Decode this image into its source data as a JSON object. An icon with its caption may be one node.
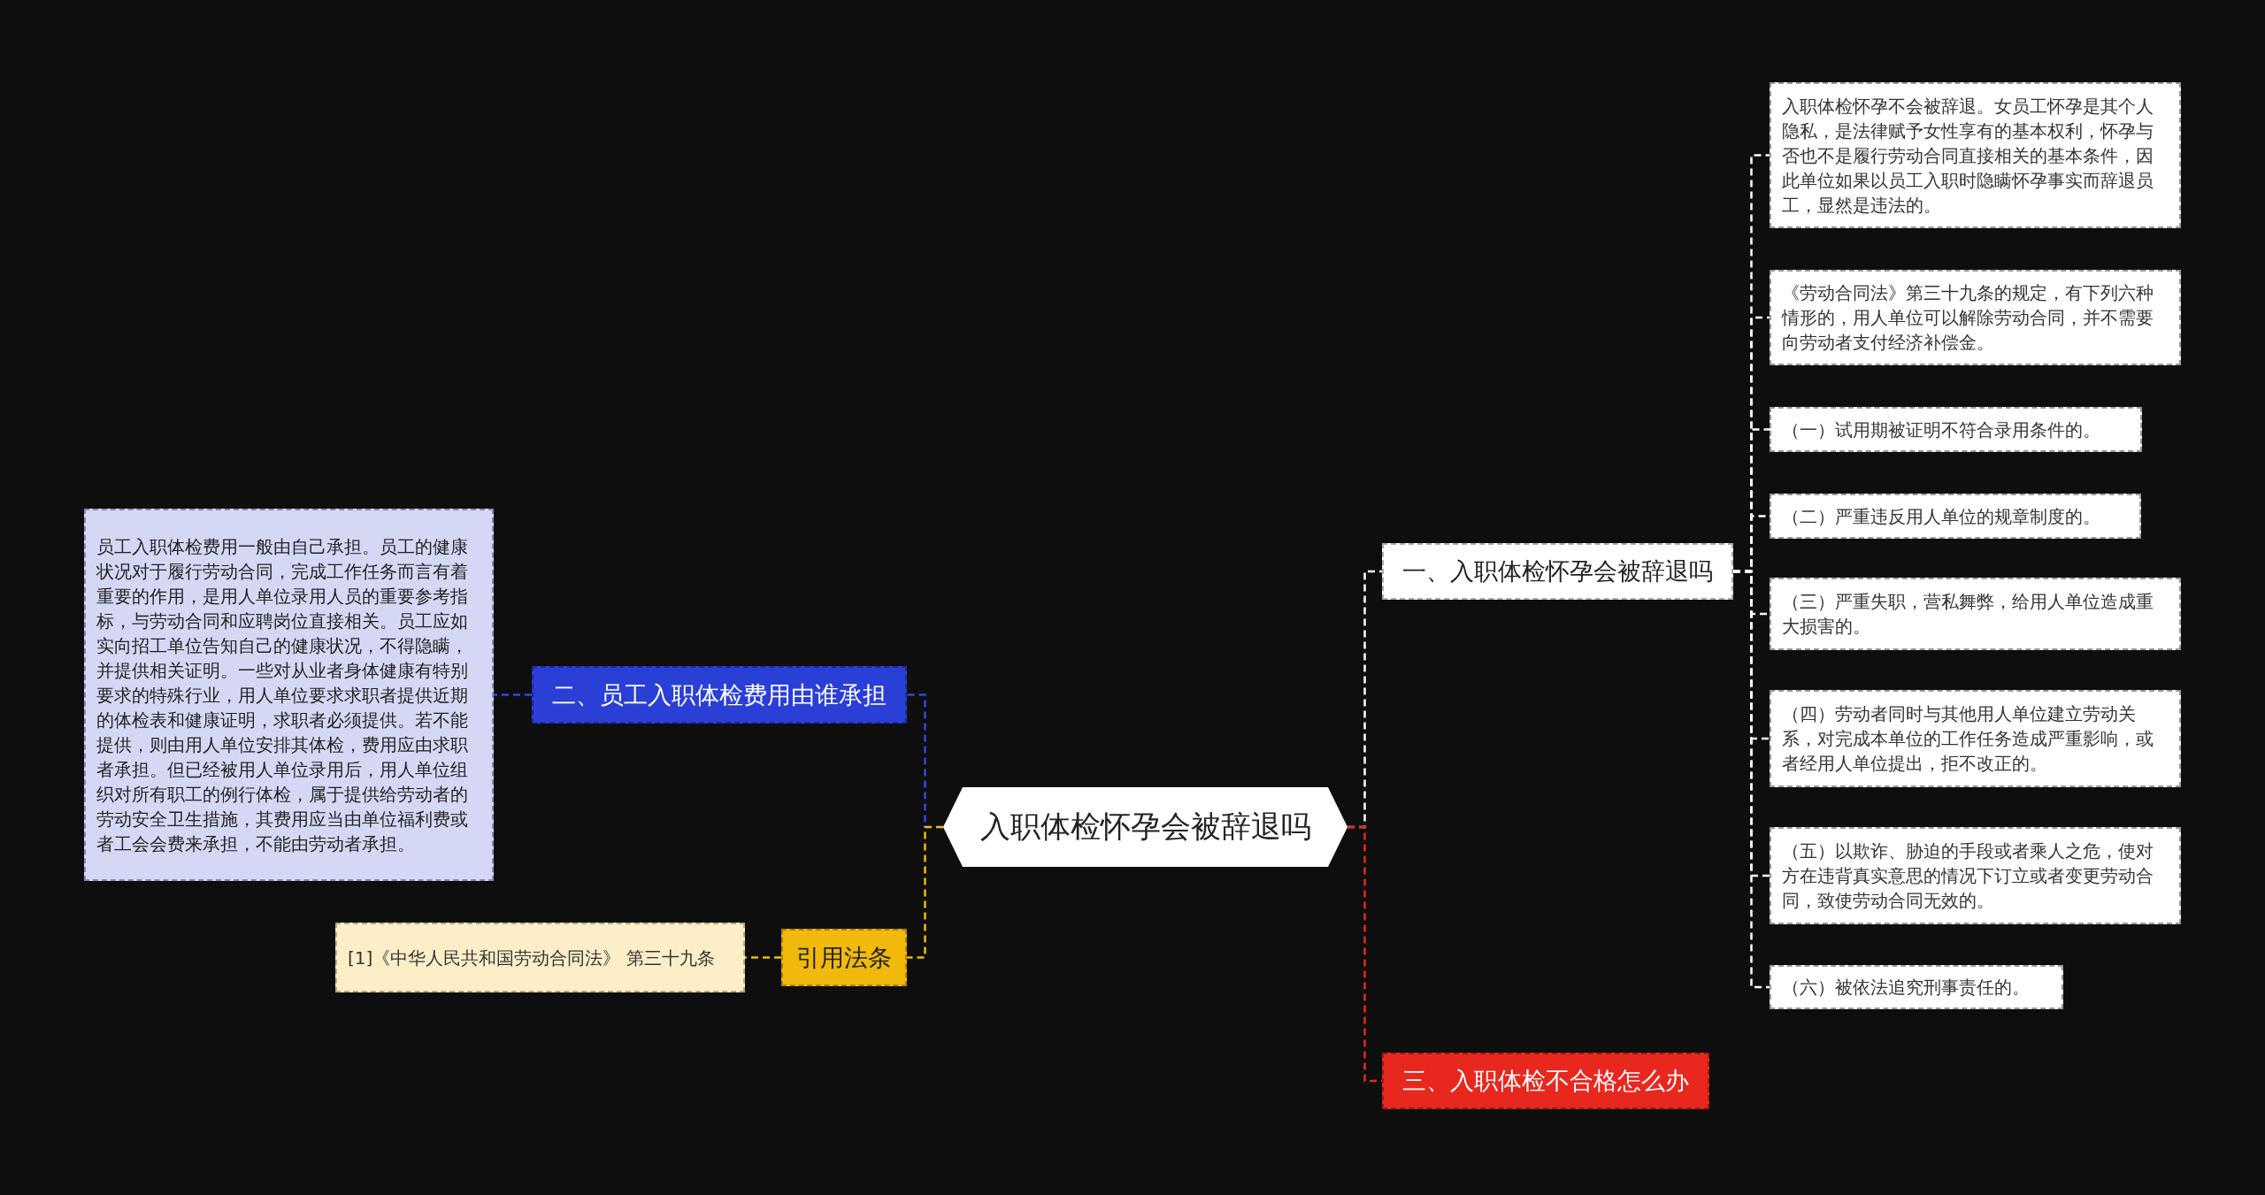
{
  "diagram": {
    "nodes": [
      {
        "text": [
          "入职体检怀孕会被辞退吗"
        ]
      },
      {
        "text": [
          "二、员工入职体检费用由谁承担"
        ]
      },
      {
        "text": [
          "员工入职体检费用一般由自己承担。员工的健康状况对于履行劳动合同，完成工作任务而言有着重要的作用，是用人单位录用人员的重要参考指标，与劳动合同和应聘岗位直接相关。员工应如实向招工单位告知自己的健康状况，不得隐瞒，并提供相关证明。一些对从业者身体健康有特别要求的特殊行业，用人单位要求求职者提供近期的体检表和健康证明，求职者必须提供。若不能提供，则由用人单位安排其体检，费用应由求职者承担。但已经被用人单位录用后，用人单位组织对所有职工的例行体检，属于提供给劳动者的劳动安全卫生措施，其费用应当由单位福利费或者工会会费来承担，不能由劳动者承担。"
        ]
      },
      {
        "text": [
          "引用法条"
        ]
      },
      {
        "text": [
          "[1]《中华人民共和国劳动合同法》 第三十九条"
        ]
      },
      {
        "text": [
          "一、入职体检怀孕会被辞退吗"
        ]
      },
      {
        "text": [
          "入职体检怀孕不会被辞退。女员工怀孕是其个人隐私，是法律赋予女性享有的基本权利，怀孕与否也不是履行劳动合同直接相关的基本条件，因此单位如果以员工入职时隐瞒怀孕事实而辞退员工，显然是违法的。"
        ]
      },
      {
        "text": [
          "《劳动合同法》第三十九条的规定，有下列六种情形的，用人单位可以解除劳动合同，并不需要向劳动者支付经济补偿金。"
        ]
      },
      {
        "text": [
          "（一）试用期被证明不符合录用条件的。"
        ]
      },
      {
        "text": [
          "（二）严重违反用人单位的规章制度的。"
        ]
      },
      {
        "text": [
          "（三）严重失职，营私舞弊，给用人单位造成重大损害的。"
        ]
      },
      {
        "text": [
          "（四）劳动者同时与其他用人单位建立劳动关系，对完成本单位的工作任务造成严重影响，或者经用人单位提出，拒不改正的。"
        ]
      },
      {
        "text": [
          "（五）以欺诈、胁迫的手段或者乘人之危，使对方在违背真实意思的情况下订立或者变更劳动合同，致使劳动合同无效的。"
        ]
      },
      {
        "text": [
          "（六）被依法追究刑事责任的。"
        ]
      },
      {
        "text": [
          "三、入职体检不合格怎么办"
        ]
      }
    ],
    "edges": [
      {
        "from": 0,
        "to": 1,
        "arrow": "none",
        "color": "#3348e0"
      },
      {
        "from": 1,
        "to": 2,
        "arrow": "none",
        "color": "#3348e0"
      },
      {
        "from": 0,
        "to": 3,
        "arrow": "none",
        "color": "#f0b90b"
      },
      {
        "from": 3,
        "to": 4,
        "arrow": "none",
        "color": "#f0b90b"
      },
      {
        "from": 0,
        "to": 5,
        "arrow": "none"
      },
      {
        "from": 5,
        "to": 6,
        "arrow": "none"
      },
      {
        "from": 5,
        "to": 7,
        "arrow": "none"
      },
      {
        "from": 5,
        "to": 8,
        "arrow": "none"
      },
      {
        "from": 5,
        "to": 9,
        "arrow": "none"
      },
      {
        "from": 5,
        "to": 10,
        "arrow": "none"
      },
      {
        "from": 5,
        "to": 11,
        "arrow": "none"
      },
      {
        "from": 5,
        "to": 12,
        "arrow": "none"
      },
      {
        "from": 5,
        "to": 13,
        "arrow": "none"
      },
      {
        "from": 0,
        "to": 14,
        "arrow": "none",
        "color": "#e8281e"
      }
    ]
  }
}
